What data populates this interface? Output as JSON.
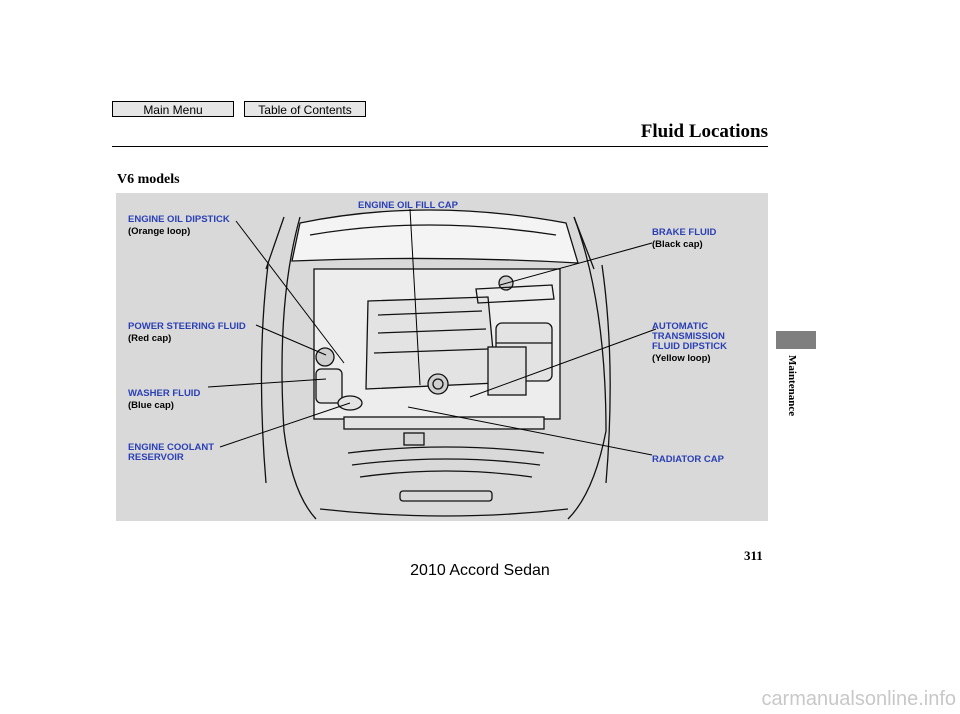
{
  "nav": {
    "main_menu": "Main Menu",
    "table_of_contents": "Table of Contents"
  },
  "page": {
    "title": "Fluid Locations",
    "section": "V6 models",
    "side_tab": "Maintenance",
    "page_number": "311",
    "footer": "2010 Accord Sedan",
    "watermark": "carmanualsonline.info"
  },
  "callouts": {
    "engine_oil_dipstick": {
      "label": "ENGINE OIL DIPSTICK",
      "note": "(Orange loop)"
    },
    "engine_oil_fill_cap": {
      "label": "ENGINE OIL FILL CAP"
    },
    "brake_fluid": {
      "label": "BRAKE FLUID",
      "note": "(Black cap)"
    },
    "power_steering_fluid": {
      "label": "POWER STEERING FLUID",
      "note": "(Red cap)"
    },
    "automatic_transmission": {
      "line1": "AUTOMATIC",
      "line2": "TRANSMISSION",
      "line3": "FLUID DIPSTICK",
      "note": "(Yellow loop)"
    },
    "washer_fluid": {
      "label": "WASHER FLUID",
      "note": "(Blue cap)"
    },
    "engine_coolant": {
      "line1": "ENGINE COOLANT",
      "line2": "RESERVOIR"
    },
    "radiator_cap": {
      "label": "RADIATOR CAP"
    }
  },
  "colors": {
    "callout_text": "#2a3fb5",
    "figure_bg": "#d9d9d9",
    "side_tab": "#7f7f7f"
  }
}
